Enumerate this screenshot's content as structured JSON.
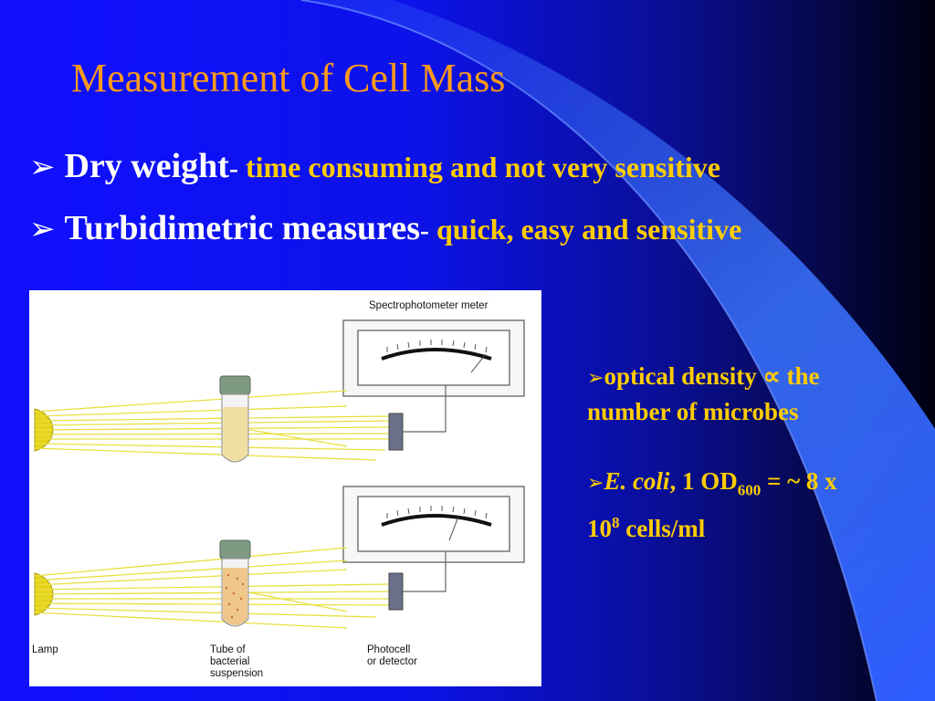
{
  "slide": {
    "title": "Measurement of Cell Mass",
    "bullets": [
      {
        "head": "Dry weight",
        "sep": "-",
        "desc": " time consuming and not very sensitive"
      },
      {
        "head": "Turbidimetric measures",
        "sep": "-",
        "desc": " quick, easy and sensitive"
      }
    ],
    "bullet_glyph": "➢",
    "notes": {
      "glyph": "➢",
      "n1_line1": "optical density ∝ the",
      "n1_line2": "number of microbes",
      "n2_species": "E. coli",
      "n2_od": ", 1 OD",
      "n2_sub": "600",
      "n2_rest": " = ~ 8 x",
      "n2_base": "10",
      "n2_exp": "8",
      "n2_unit": " cells/ml"
    }
  },
  "figure": {
    "meter_label": "Spectrophotometer meter",
    "lamp_label": "Lamp",
    "tube_label": "Tube of\nbacterial\nsuspension",
    "detector_label": "Photocell\nor detector"
  },
  "colors": {
    "title": "#ff9a1a",
    "accent": "#ffcc00",
    "text": "#ffffff",
    "background": "#1010ff",
    "light_ray": "#e6e040"
  }
}
